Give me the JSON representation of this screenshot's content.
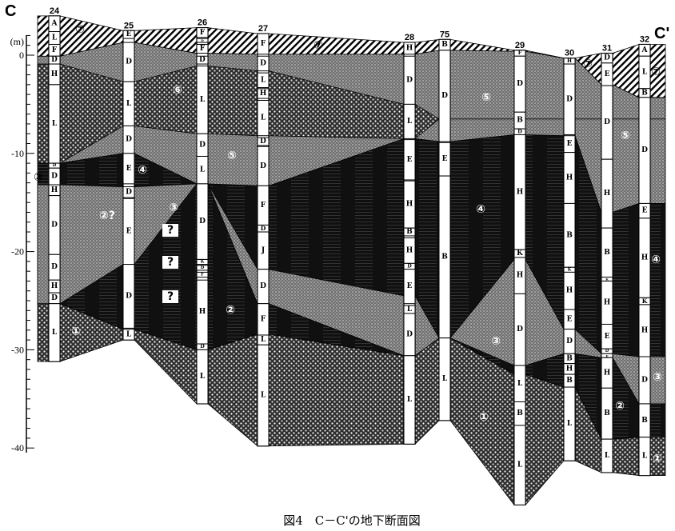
{
  "title": {
    "left_letter": "C",
    "right_letter": "C'",
    "caption": "図4　C－C'の地下断面図"
  },
  "axis": {
    "unit": "(m)",
    "ticks": [
      {
        "value": 0,
        "label": "0"
      },
      {
        "value": -10,
        "label": "-10"
      },
      {
        "value": -20,
        "label": "-20"
      },
      {
        "value": -30,
        "label": "-30"
      },
      {
        "value": -40,
        "label": "-40"
      }
    ],
    "range": [
      5,
      -42
    ]
  },
  "colors": {
    "hatch": "#000000",
    "dotted_bg": "#2e2e2e",
    "gray_a": "#6f6f6f",
    "gray_b": "#a0a0a0",
    "black": "#101010"
  },
  "boreholes": [
    {
      "id": "24",
      "segments": [
        [
          "A",
          4.0,
          2.4
        ],
        [
          "L",
          2.4,
          1.1
        ],
        [
          "F",
          1.1,
          -0.1
        ],
        [
          "D",
          -0.1,
          -0.9
        ],
        [
          "H",
          -0.9,
          -3.0
        ],
        [
          "L",
          -3.0,
          -11.0
        ],
        [
          "D",
          -11.0,
          -11.5
        ],
        [
          "D",
          -11.5,
          -13.2
        ],
        [
          "H",
          -13.2,
          -14.3
        ],
        [
          "D",
          -14.3,
          -20.3
        ],
        [
          "D",
          -20.3,
          -22.9
        ],
        [
          "H",
          -22.9,
          -24.2
        ],
        [
          "D",
          -24.2,
          -25.3
        ],
        [
          "L",
          -25.3,
          -31.2
        ]
      ]
    },
    {
      "id": "25",
      "segments": [
        [
          "E",
          2.5,
          1.7
        ],
        [
          "D",
          1.3,
          -2.7
        ],
        [
          "L",
          -2.7,
          -7.2
        ],
        [
          "D",
          -7.2,
          -10.0
        ],
        [
          "E",
          -10.0,
          -13.1
        ],
        [
          "D",
          -13.4,
          -14.5
        ],
        [
          "E",
          -14.6,
          -21.3
        ],
        [
          "D",
          -21.3,
          -27.8
        ],
        [
          "L",
          -27.9,
          -29.0
        ]
      ]
    },
    {
      "id": "26",
      "segments": [
        [
          "F",
          2.8,
          1.8
        ],
        [
          "D",
          1.7,
          1.3
        ],
        [
          "F",
          1.1,
          0.2
        ],
        [
          "D",
          -0.1,
          -0.9
        ],
        [
          "L",
          -1.1,
          -8.0
        ],
        [
          "D",
          -8.0,
          -10.3
        ],
        [
          "L",
          -10.3,
          -13.1
        ],
        [
          "D",
          -13.1,
          -20.8
        ],
        [
          "K",
          -20.8,
          -21.3
        ],
        [
          "D",
          -21.4,
          -21.9
        ],
        [
          "F",
          -22.1,
          -22.6
        ],
        [
          "H",
          -22.9,
          -29.4
        ],
        [
          "D",
          -29.4,
          -30.0
        ],
        [
          "L",
          -30.0,
          -35.5
        ]
      ]
    },
    {
      "id": "27",
      "segments": [
        [
          "F",
          2.2,
          0.1
        ],
        [
          "D",
          -0.1,
          -1.6
        ],
        [
          "L",
          -1.8,
          -3.3
        ],
        [
          "H",
          -3.4,
          -4.4
        ],
        [
          "L",
          -4.6,
          -8.2
        ],
        [
          "D",
          -8.4,
          -9.2
        ],
        [
          "D",
          -9.3,
          -13.3
        ],
        [
          "F",
          -13.3,
          -17.3
        ],
        [
          "D",
          -17.3,
          -18.0
        ],
        [
          "J",
          -18.0,
          -21.8
        ],
        [
          "D",
          -21.8,
          -25.3
        ],
        [
          "F",
          -25.3,
          -28.5
        ],
        [
          "L",
          -28.5,
          -29.5
        ],
        [
          "L",
          -29.5,
          -39.8
        ]
      ]
    },
    {
      "id": "28",
      "segments": [
        [
          "H",
          1.3,
          0.1
        ],
        [
          "D",
          -0.1,
          -5.0
        ],
        [
          "L",
          -5.0,
          -8.5
        ],
        [
          "E",
          -8.6,
          -12.7
        ],
        [
          "H",
          -12.8,
          -17.6
        ],
        [
          "B",
          -17.6,
          -18.4
        ],
        [
          "H",
          -18.6,
          -21.2
        ],
        [
          "D",
          -21.2,
          -21.8
        ],
        [
          "E",
          -21.8,
          -25.3
        ],
        [
          "L",
          -25.5,
          -26.3
        ],
        [
          "D",
          -26.3,
          -30.6
        ],
        [
          "L",
          -30.6,
          -39.6
        ]
      ]
    },
    {
      "id": "75",
      "segments": [
        [
          "B",
          1.6,
          0.5
        ],
        [
          "D",
          0.5,
          -8.8
        ],
        [
          "E",
          -8.9,
          -12.3
        ],
        [
          "B",
          -12.3,
          -28.8
        ],
        [
          "L",
          -28.8,
          -37.2
        ]
      ]
    },
    {
      "id": "29",
      "segments": [
        [
          "F",
          0.5,
          -0.1
        ],
        [
          "D",
          -0.1,
          -5.8
        ],
        [
          "B",
          -5.8,
          -7.5
        ],
        [
          "D",
          -7.5,
          -8.1
        ],
        [
          "H",
          -8.1,
          -19.8
        ],
        [
          "K",
          -19.8,
          -20.6
        ],
        [
          "H",
          -20.6,
          -24.3
        ],
        [
          "D",
          -24.3,
          -31.6
        ],
        [
          "L",
          -31.6,
          -35.3
        ],
        [
          "B",
          -35.3,
          -37.7
        ],
        [
          "L",
          -37.7,
          -45.8
        ]
      ]
    },
    {
      "id": "30",
      "segments": [
        [
          "H",
          -0.3,
          -0.9
        ],
        [
          "D",
          -0.9,
          -8.1
        ],
        [
          "E",
          -8.2,
          -9.9
        ],
        [
          "H",
          -9.9,
          -15.1
        ],
        [
          "B",
          -15.1,
          -21.6
        ],
        [
          "K",
          -21.6,
          -22.1
        ],
        [
          "H",
          -22.1,
          -25.9
        ],
        [
          "E",
          -25.9,
          -27.9
        ],
        [
          "D",
          -27.9,
          -30.4
        ],
        [
          "B",
          -30.4,
          -31.4
        ],
        [
          "H",
          -31.4,
          -32.5
        ],
        [
          "B",
          -32.5,
          -33.8
        ],
        [
          "L",
          -33.8,
          -41.3
        ]
      ]
    },
    {
      "id": "31",
      "segments": [
        [
          "D",
          0.2,
          -0.8
        ],
        [
          "E",
          -0.8,
          -3.1
        ],
        [
          "D",
          -3.1,
          -10.6
        ],
        [
          "H",
          -10.6,
          -17.6
        ],
        [
          "B",
          -17.6,
          -22.6
        ],
        [
          "K",
          -22.6,
          -23.0
        ],
        [
          "H",
          -23.0,
          -27.4
        ],
        [
          "E",
          -27.4,
          -29.9
        ],
        [
          "D",
          -29.9,
          -30.4
        ],
        [
          "E",
          -30.4,
          -30.8
        ],
        [
          "H",
          -30.8,
          -33.9
        ],
        [
          "B",
          -33.9,
          -39.1
        ],
        [
          "L",
          -39.1,
          -42.5
        ]
      ]
    },
    {
      "id": "32",
      "segments": [
        [
          "A",
          1.1,
          -0.1
        ],
        [
          "L",
          -0.1,
          -3.4
        ],
        [
          "B",
          -3.4,
          -4.3
        ],
        [
          "D",
          -4.3,
          -15.1
        ],
        [
          "E",
          -15.1,
          -16.6
        ],
        [
          "H",
          -16.6,
          -24.7
        ],
        [
          "K",
          -24.7,
          -25.4
        ],
        [
          "H",
          -25.4,
          -30.7
        ],
        [
          "D",
          -30.7,
          -35.5
        ],
        [
          "B",
          -35.5,
          -38.9
        ],
        [
          "L",
          -38.9,
          -42.8
        ]
      ]
    }
  ],
  "layers": [
    {
      "unit": "1",
      "fill": "dotted",
      "top": [
        -25.3,
        -27.9,
        -30.0,
        -28.4,
        -30.6,
        -28.8,
        -32.5,
        -33.8,
        -39.1,
        -38.9
      ],
      "bottom": [
        -31.2,
        -29.0,
        -35.5,
        -39.8,
        -39.6,
        -37.2,
        -45.8,
        -41.3,
        -42.5,
        -42.8
      ]
    },
    {
      "unit": "2-4",
      "fill": "black",
      "top": [
        -11.0,
        -10.0,
        -13.1,
        -13.3,
        -8.5,
        -8.8,
        -8.1,
        -8.2,
        -16.0,
        -15.1
      ],
      "bottom": [
        -25.3,
        -27.9,
        -30.0,
        -28.4,
        -30.6,
        -28.8,
        -32.5,
        -33.8,
        -39.1,
        -38.9
      ]
    },
    {
      "unit": "3",
      "fill": "gray",
      "top": [
        -13.2,
        -13.4,
        -13.1,
        -21.8,
        -24.5,
        -28.8,
        -20.8,
        -27.9,
        -30.4,
        -30.7
      ],
      "bottom": [
        -25.3,
        -21.3,
        -13.1,
        -25.3,
        -30.6,
        -28.8,
        -31.6,
        -30.4,
        -30.8,
        -35.5
      ]
    },
    {
      "unit": "5",
      "fill": "gray",
      "top": [
        -0.1,
        1.3,
        0.2,
        0.1,
        0.1,
        0.5,
        0.4,
        -0.3,
        -3.0,
        -4.3
      ],
      "bottom": [
        -11.0,
        -10.0,
        -13.1,
        -13.3,
        -8.5,
        -8.8,
        -8.1,
        -8.2,
        -16.0,
        -15.1
      ]
    },
    {
      "unit": "6",
      "fill": "dotted",
      "top": [
        -0.9,
        -2.7,
        -1.1,
        -1.6,
        -5.0,
        -6.5,
        -6.5,
        -6.5,
        -6.5,
        -6.5
      ],
      "bottom": [
        -11.0,
        -7.2,
        -8.0,
        -8.2,
        -8.5,
        -6.5,
        -6.5,
        -6.5,
        -6.5,
        -6.5
      ]
    },
    {
      "unit": "7",
      "fill": "hatch",
      "top": [
        4.0,
        2.5,
        2.8,
        2.2,
        1.3,
        1.6,
        0.5,
        -0.3,
        0.2,
        1.1
      ],
      "bottom": [
        -0.1,
        1.3,
        0.2,
        0.1,
        0.1,
        0.5,
        0.4,
        -0.3,
        -3.0,
        -4.3
      ]
    }
  ],
  "unit_labels": {
    "u1": "①",
    "u2": "②",
    "u2q": "②?",
    "u3": "③",
    "u4": "④",
    "u5": "⑤",
    "u6": "⑥",
    "u7": "⑦",
    "q": "?"
  }
}
